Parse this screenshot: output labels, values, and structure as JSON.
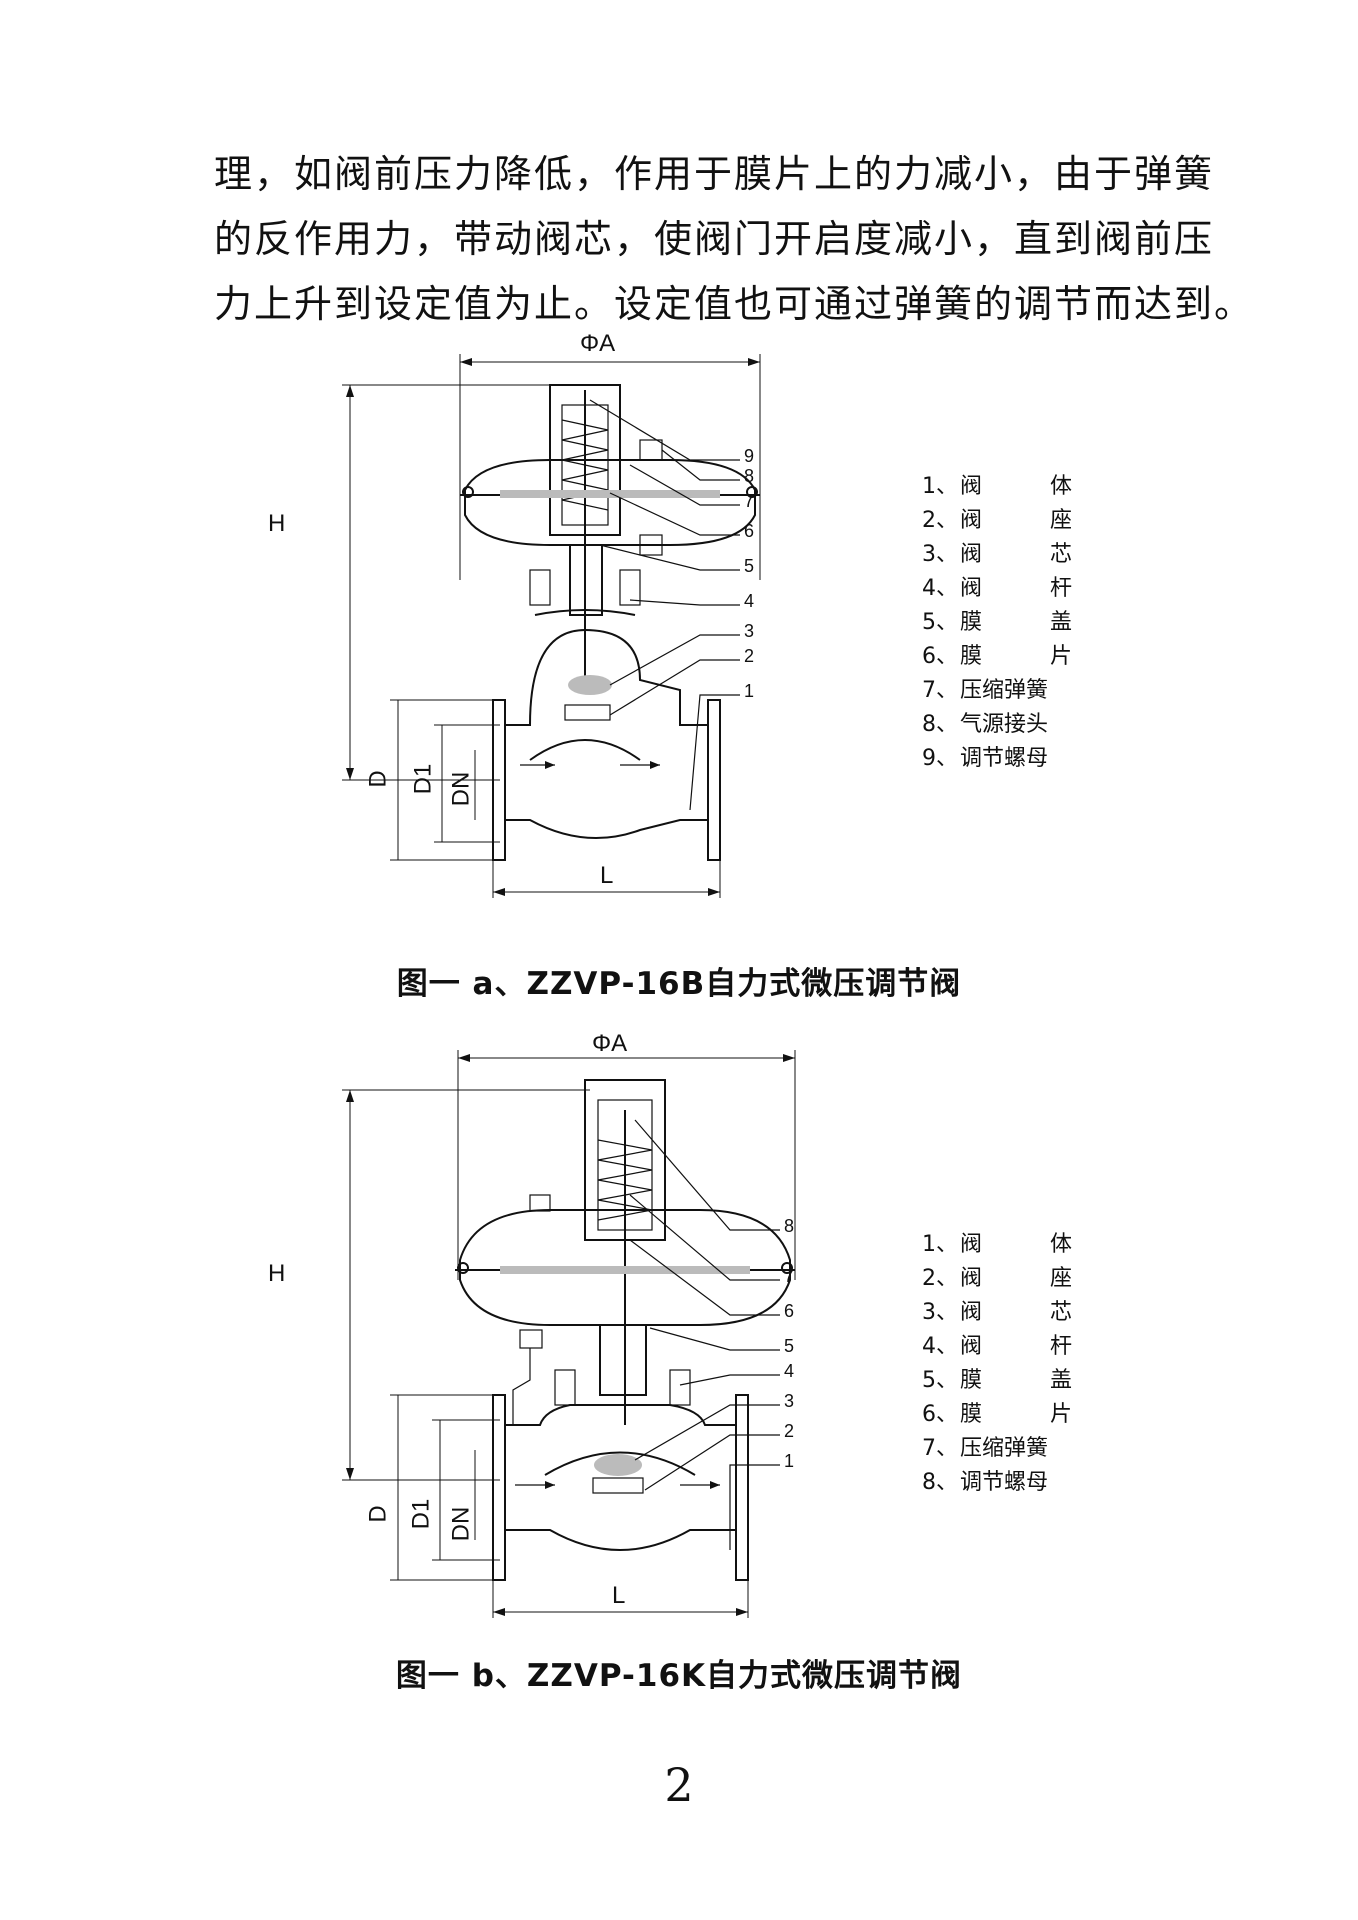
{
  "paragraph": [
    "理，如阀前压力降低，作用于膜片上的力减小，由于弹簧",
    "的反作用力，带动阀芯，使阀门开启度减小，直到阀前压",
    "力上升到设定值为止。设定值也可通过弹簧的调节而达到。"
  ],
  "figure_a": {
    "dims": {
      "phiA": "ΦA",
      "H": "H",
      "D": "D",
      "D1": "D1",
      "DN": "DN",
      "L": "L"
    },
    "callouts": [
      "9",
      "8",
      "7",
      "6",
      "5",
      "4",
      "3",
      "2",
      "1"
    ],
    "legend": [
      {
        "num": "1、",
        "a": "阀",
        "b": "体"
      },
      {
        "num": "2、",
        "a": "阀",
        "b": "座"
      },
      {
        "num": "3、",
        "a": "阀",
        "b": "芯"
      },
      {
        "num": "4、",
        "a": "阀",
        "b": "杆"
      },
      {
        "num": "5、",
        "a": "膜",
        "b": "盖"
      },
      {
        "num": "6、",
        "a": "膜",
        "b": "片"
      },
      {
        "num": "7、",
        "a": "压缩弹簧",
        "b": ""
      },
      {
        "num": "8、",
        "a": "气源接头",
        "b": ""
      },
      {
        "num": "9、",
        "a": "调节螺母",
        "b": ""
      }
    ],
    "caption": "图一 a、ZZVP-16B自力式微压调节阀"
  },
  "figure_b": {
    "dims": {
      "phiA": "ΦA",
      "H": "H",
      "D": "D",
      "D1": "D1",
      "DN": "DN",
      "L": "L"
    },
    "callouts": [
      "8",
      "7",
      "6",
      "5",
      "4",
      "3",
      "2",
      "1"
    ],
    "legend": [
      {
        "num": "1、",
        "a": "阀",
        "b": "体"
      },
      {
        "num": "2、",
        "a": "阀",
        "b": "座"
      },
      {
        "num": "3、",
        "a": "阀",
        "b": "芯"
      },
      {
        "num": "4、",
        "a": "阀",
        "b": "杆"
      },
      {
        "num": "5、",
        "a": "膜",
        "b": "盖"
      },
      {
        "num": "6、",
        "a": "膜",
        "b": "片"
      },
      {
        "num": "7、",
        "a": "压缩弹簧",
        "b": ""
      },
      {
        "num": "8、",
        "a": "调节螺母",
        "b": ""
      }
    ],
    "caption": "图一 b、ZZVP-16K自力式微压调节阀"
  },
  "page_number": "2"
}
